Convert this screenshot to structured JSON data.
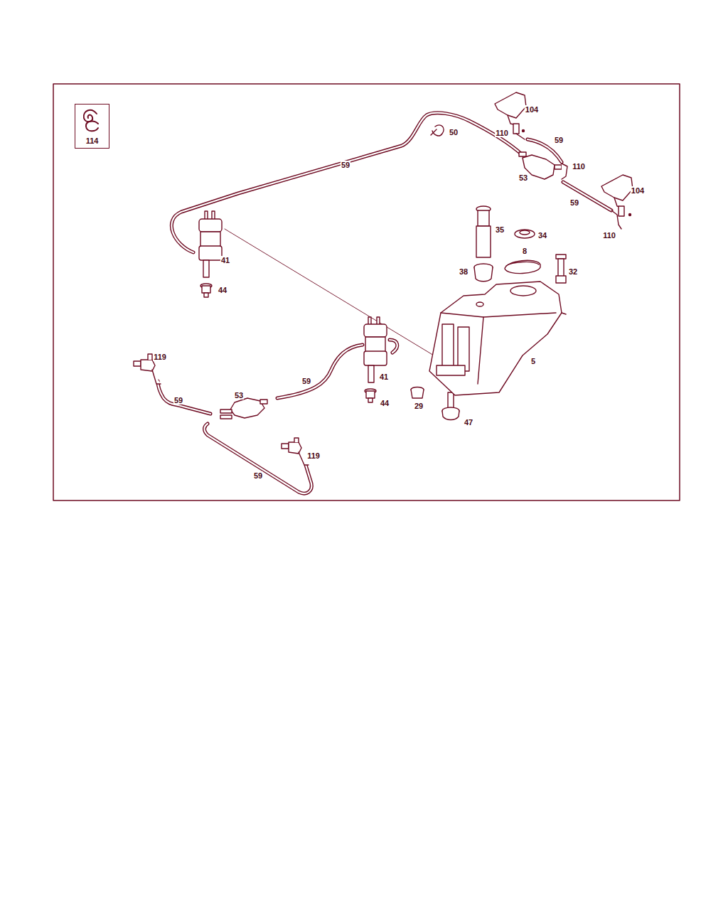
{
  "diagram": {
    "nodes": [
      {
        "text": [
          "114"
        ]
      }
    ],
    "labels": [
      "104",
      "50",
      "110",
      "59",
      "59",
      "110",
      "53",
      "104",
      "59",
      "35",
      "34",
      "110",
      "8",
      "41",
      "38",
      "32",
      "44",
      "119",
      "5",
      "41",
      "59",
      "53",
      "59",
      "44",
      "29",
      "47",
      "119",
      "59"
    ]
  }
}
